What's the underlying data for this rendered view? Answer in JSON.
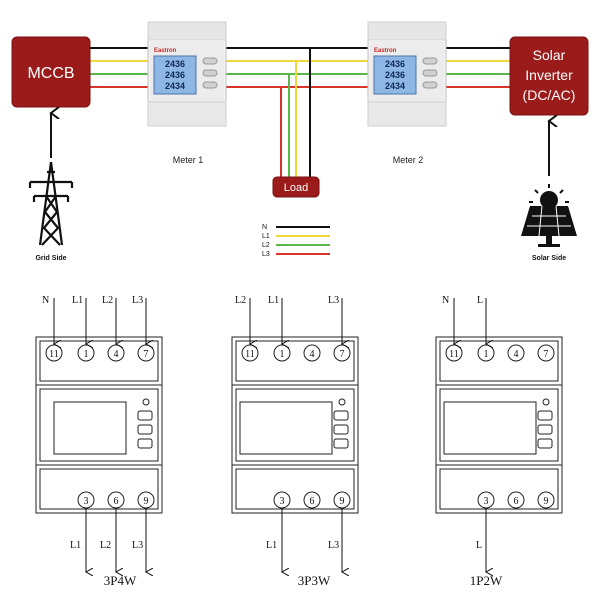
{
  "top": {
    "mccb_label": "MCCB",
    "inverter_label_line1": "Solar",
    "inverter_label_line2": "Inverter",
    "inverter_label_line3": "(DC/AC)",
    "meter1_label": "Meter 1",
    "meter2_label": "Meter 2",
    "load_label": "Load",
    "grid_side_label": "Grid Side",
    "solar_side_label": "Solar Side",
    "meter_brand": "Eastron",
    "meter_readings": [
      "2436",
      "2436",
      "2434"
    ],
    "box_color": "#9b1b1b",
    "legend": [
      {
        "label": "N",
        "color": "#111111"
      },
      {
        "label": "L1",
        "color": "#f0d83c"
      },
      {
        "label": "L2",
        "color": "#5ab84a"
      },
      {
        "label": "L3",
        "color": "#d9342b"
      }
    ]
  },
  "bottom": {
    "diagrams": [
      {
        "mode": "3P4W",
        "top_wires": [
          "N",
          "L1",
          "L2",
          "L3"
        ],
        "top_terminals": [
          "11",
          "1",
          "4",
          "7"
        ],
        "bottom_terminals": [
          "3",
          "6",
          "9"
        ],
        "bottom_wires": [
          "L1",
          "L2",
          "L3"
        ]
      },
      {
        "mode": "3P3W",
        "top_wires": [
          "L2",
          "L1",
          "L3"
        ],
        "top_terminals": [
          "11",
          "1",
          "4",
          "7"
        ],
        "bottom_terminals": [
          "3",
          "6",
          "9"
        ],
        "bottom_wires": [
          "L1",
          "L3"
        ]
      },
      {
        "mode": "1P2W",
        "top_wires": [
          "N",
          "L"
        ],
        "top_terminals": [
          "11",
          "1",
          "4",
          "7"
        ],
        "bottom_terminals": [
          "3",
          "6",
          "9"
        ],
        "bottom_wires": [
          "L"
        ]
      }
    ]
  }
}
